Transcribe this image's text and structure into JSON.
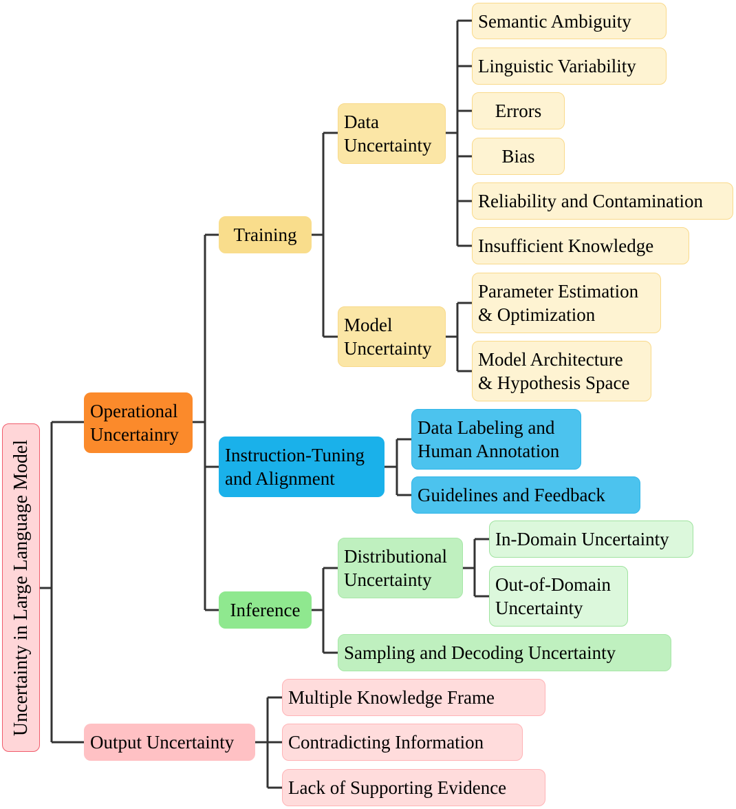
{
  "root": "Uncertainty in Large Language Model",
  "operational": {
    "label_line1": "Operational",
    "label_line2": "Uncertainry",
    "training": {
      "label": "Training",
      "data": {
        "label_line1": "Data",
        "label_line2": "Uncertainty",
        "items": [
          "Semantic Ambiguity",
          "Linguistic Variability",
          "Errors",
          "Bias",
          "Reliability and Contamination",
          "Insufficient Knowledge"
        ]
      },
      "model": {
        "label_line1": "Model",
        "label_line2": "Uncertainty",
        "items": [
          {
            "line1": "Parameter Estimation",
            "line2": "& Optimization"
          },
          {
            "line1": "Model Architecture",
            "line2": "& Hypothesis Space"
          }
        ]
      }
    },
    "instruction": {
      "label_line1": "Instruction-Tuning",
      "label_line2": "and Alignment",
      "items": [
        {
          "line1": "Data Labeling and",
          "line2": "Human Annotation"
        },
        {
          "line1": "Guidelines and Feedback"
        }
      ]
    },
    "inference": {
      "label": "Inference",
      "distributional": {
        "label_line1": "Distributional",
        "label_line2": "Uncertainty",
        "items": [
          {
            "line1": "In-Domain Uncertainty"
          },
          {
            "line1": "Out-of-Domain",
            "line2": "Uncertainty"
          }
        ]
      },
      "sampling": "Sampling and Decoding Uncertainty"
    }
  },
  "output": {
    "label": "Output Uncertainty",
    "items": [
      "Multiple Knowledge Frame",
      "Contradicting Information",
      "Lack of Supporting Evidence"
    ]
  }
}
